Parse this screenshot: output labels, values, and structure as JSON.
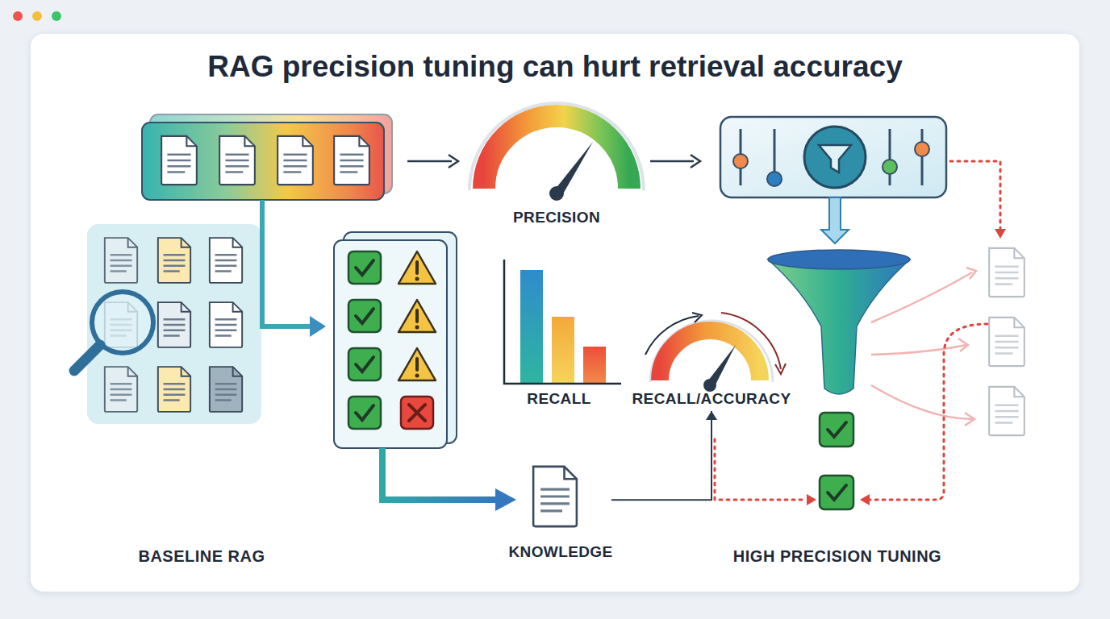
{
  "diagram": {
    "title": "RAG precision tuning can hurt retrieval accuracy",
    "nodes": [
      {
        "text": [
          "PRECISION"
        ]
      },
      {
        "text": [
          "RECALL"
        ]
      },
      {
        "text": [
          "RECALL/ACCURACY"
        ]
      },
      {
        "text": [
          "KNOWLEDGE"
        ]
      }
    ],
    "edges": [
      {
        "from": 3,
        "to": 2,
        "arrow": "to"
      }
    ],
    "labels": [
      "BASELINE RAG",
      "HIGH PRECISION TUNING"
    ]
  }
}
